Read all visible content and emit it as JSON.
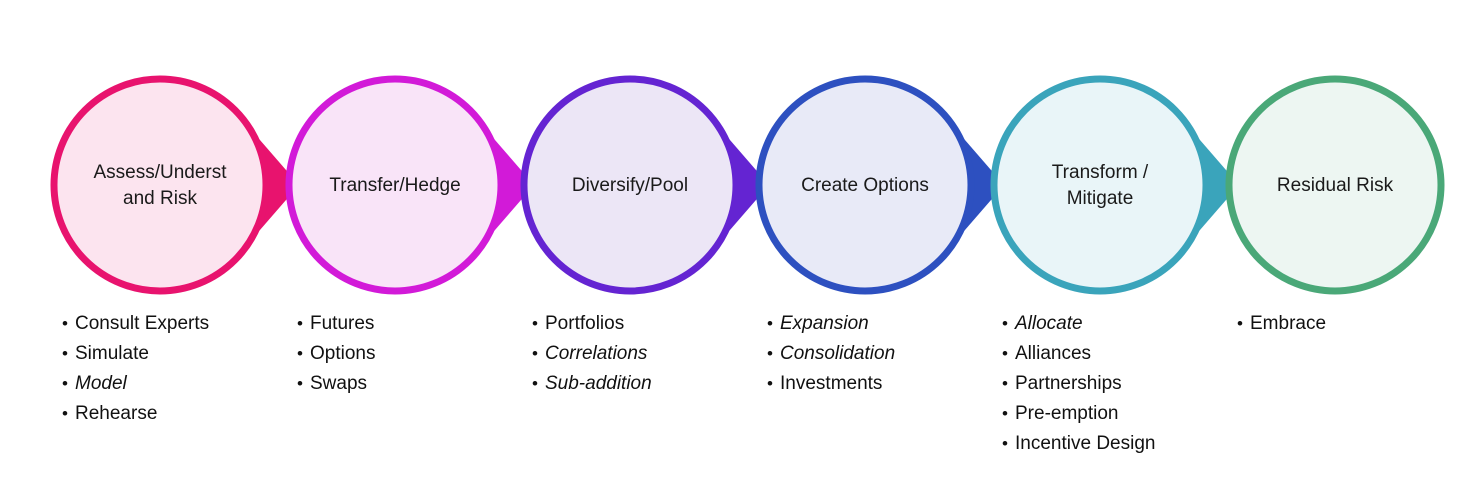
{
  "stages": [
    {
      "label_lines": [
        "Assess/Underst",
        "and Risk"
      ],
      "color": "#e8136e",
      "fill": "#fce4ef",
      "items": [
        {
          "text": "Consult Experts",
          "italic": false
        },
        {
          "text": "Simulate",
          "italic": false
        },
        {
          "text": "Model",
          "italic": true
        },
        {
          "text": "Rehearse",
          "italic": false
        }
      ]
    },
    {
      "label_lines": [
        "Transfer/Hedge"
      ],
      "color": "#d21ad8",
      "fill": "#f9e4f8",
      "items": [
        {
          "text": "Futures",
          "italic": false
        },
        {
          "text": "Options",
          "italic": false
        },
        {
          "text": "Swaps",
          "italic": false
        }
      ]
    },
    {
      "label_lines": [
        "Diversify/Pool"
      ],
      "color": "#6424d2",
      "fill": "#ece6f6",
      "items": [
        {
          "text": "Portfolios",
          "italic": false
        },
        {
          "text": "Correlations",
          "italic": true
        },
        {
          "text": "Sub-addition",
          "italic": true
        }
      ]
    },
    {
      "label_lines": [
        "Create Options"
      ],
      "color": "#2d50c0",
      "fill": "#e8eaf7",
      "items": [
        {
          "text": "Expansion",
          "italic": true
        },
        {
          "text": "Consolidation",
          "italic": true
        },
        {
          "text": "Investments",
          "italic": false
        }
      ]
    },
    {
      "label_lines": [
        "Transform /",
        "Mitigate"
      ],
      "color": "#3aa4bb",
      "fill": "#e9f5f8",
      "items": [
        {
          "text": "Allocate",
          "italic": true
        },
        {
          "text": "Alliances",
          "italic": false
        },
        {
          "text": "Partnerships",
          "italic": false
        },
        {
          "text": "Pre-emption",
          "italic": false
        },
        {
          "text": "Incentive Design",
          "italic": false
        }
      ]
    },
    {
      "label_lines": [
        "Residual Risk"
      ],
      "color": "#4aa878",
      "fill": "#edf6f2",
      "items": [
        {
          "text": "Embrace",
          "italic": false
        }
      ]
    }
  ]
}
